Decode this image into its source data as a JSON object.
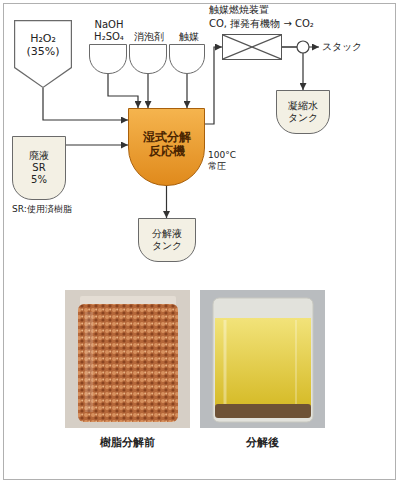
{
  "diagram": {
    "nodes": [
      {
        "text": [
          "H₂O₂ (35%)"
        ]
      },
      {
        "text": [
          "NaOH H₂SO₄"
        ]
      },
      {
        "text": [
          "消泡剤"
        ]
      },
      {
        "text": [
          "触媒"
        ]
      },
      {
        "text": [
          "触媒燃焼装置",
          "CO, 揮発有機物 → CO₂"
        ]
      },
      {
        "text": [
          "スタック"
        ]
      },
      {
        "text": [
          "凝縮水 タンク"
        ]
      },
      {
        "text": [
          "廃液 SR 5%"
        ]
      },
      {
        "text": [
          "湿式分解 反応機"
        ]
      },
      {
        "text": [
          "分解液 タンク"
        ]
      }
    ],
    "edges": [
      {
        "from": 0,
        "to": 8,
        "arrow": "to"
      },
      {
        "from": 1,
        "to": 8,
        "arrow": "to"
      },
      {
        "from": 2,
        "to": 8,
        "arrow": "to"
      },
      {
        "from": 3,
        "to": 8,
        "arrow": "to"
      },
      {
        "from": 7,
        "to": 8,
        "arrow": "to"
      },
      {
        "from": 8,
        "to": 4,
        "arrow": "to"
      },
      {
        "from": 4,
        "to": 5,
        "arrow": "to"
      },
      {
        "from": 4,
        "to": 6,
        "arrow": "to"
      },
      {
        "from": 8,
        "to": 9,
        "arrow": "to"
      }
    ],
    "labels": [
      "100°C 常圧",
      "SR:使用済樹脂",
      "樹脂分解前",
      "分解後"
    ]
  }
}
